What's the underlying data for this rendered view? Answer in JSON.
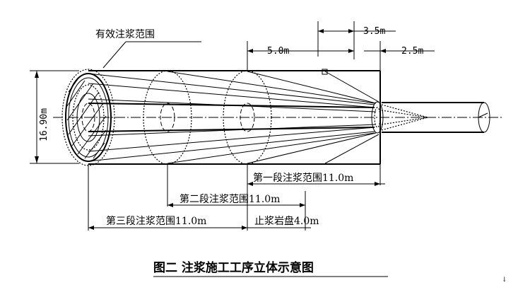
{
  "labels": {
    "effective_range": "有效注浆范围",
    "stage1": "第一段注浆范围11.0m",
    "stage2": "第二段注浆范围11.0m",
    "stage3": "第三段注浆范围11.0m",
    "grout_stop": "止浆岩盘4.0m"
  },
  "dimensions": {
    "d_3_5": "3.5m",
    "d_5_0": "5.0m",
    "d_2_5": "2.5m",
    "height": "16.90m"
  },
  "caption": "图二  注浆施工工序立体示意图",
  "marker": "↓"
}
